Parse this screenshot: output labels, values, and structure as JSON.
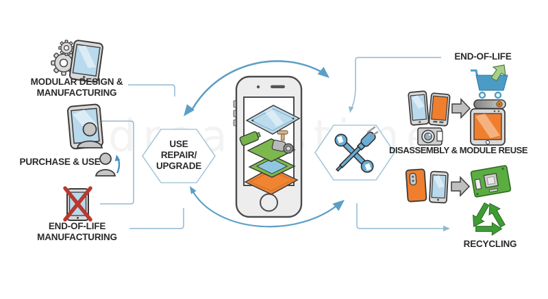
{
  "watermark": "dreamstime",
  "colors": {
    "arrow_blue": "#5b9fc6",
    "connector_blue": "#8fb9d2",
    "tool_blue": "#6aaed6",
    "screen_blue": "#b9d9ec",
    "orange": "#ef7f2e",
    "board_green": "#7cb84e",
    "pcb_green": "#5bad41",
    "recycle_green": "#3f9c35",
    "cross_red": "#b9392e",
    "body_gray": "#d9d9d9",
    "text": "#2a2a2a"
  },
  "left_column": {
    "modular_design": {
      "icon": "gears-and-phone-icon",
      "line1": "MODULAR DESIGN &",
      "line2": "MANUFACTURING"
    },
    "purchase_use": {
      "icon": "phone-with-user-icon",
      "secondary_icon": "user-upgrade-icon",
      "label": "PURCHASE & USE"
    },
    "eol_manufacturing": {
      "icon": "crossed-out-phone-icon",
      "line1": "END-OF-LIFE",
      "line2": "MANUFACTURING"
    }
  },
  "center": {
    "use_repair_hexagon": {
      "line1": "USE",
      "line2": "REPAIR/",
      "line3": "UPGRADE"
    },
    "phone_icon": "exploded-smartphone-icon",
    "tools_hexagon_icon": "wrench-and-screwdriver-icon"
  },
  "right_column": {
    "end_of_life": {
      "label": "END-OF-LIFE",
      "icon": "shopping-cart-icon"
    },
    "disassembly": {
      "label": "DISASSEMBLY & MODULE REUSE",
      "icons": [
        "smartphone-pair-icon",
        "camera-module-icon",
        "transfer-arrow-icon",
        "speaker-module-icon",
        "tablet-icon"
      ]
    },
    "recycling": {
      "label": "RECYCLING",
      "icons": [
        "smartphone-pair-icon",
        "transfer-arrow-icon",
        "circuit-board-icon",
        "recycle-icon"
      ]
    }
  }
}
